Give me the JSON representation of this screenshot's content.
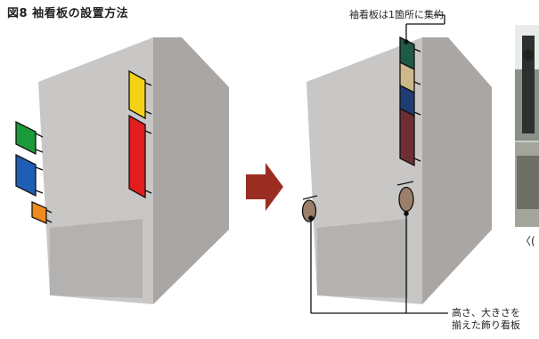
{
  "figure": {
    "title": "図8  袖看板の設置方法"
  },
  "annotations": {
    "top_callout": "袖看板は1箇所に集約",
    "bottom_callout_line1": "高さ、大きさを",
    "bottom_callout_line2": "揃えた飾り看板",
    "cropped_caption": "〈("
  },
  "colors": {
    "wall_front": "#c9c7c5",
    "wall_side": "#a9a6a3",
    "ground_floor": "#b4b2b0",
    "sign_green": "#1b9a3a",
    "sign_blue": "#1e5fb5",
    "sign_orange": "#f08a1c",
    "sign_yellow": "#f5d215",
    "sign_red": "#e11d1d",
    "sign_darkgreen": "#1e5a46",
    "sign_tan": "#cdb88a",
    "sign_navy": "#1f3d73",
    "sign_maroon": "#6e2f34",
    "sign_oval": "#9b7f6b",
    "arrow": "#9a2d22"
  }
}
